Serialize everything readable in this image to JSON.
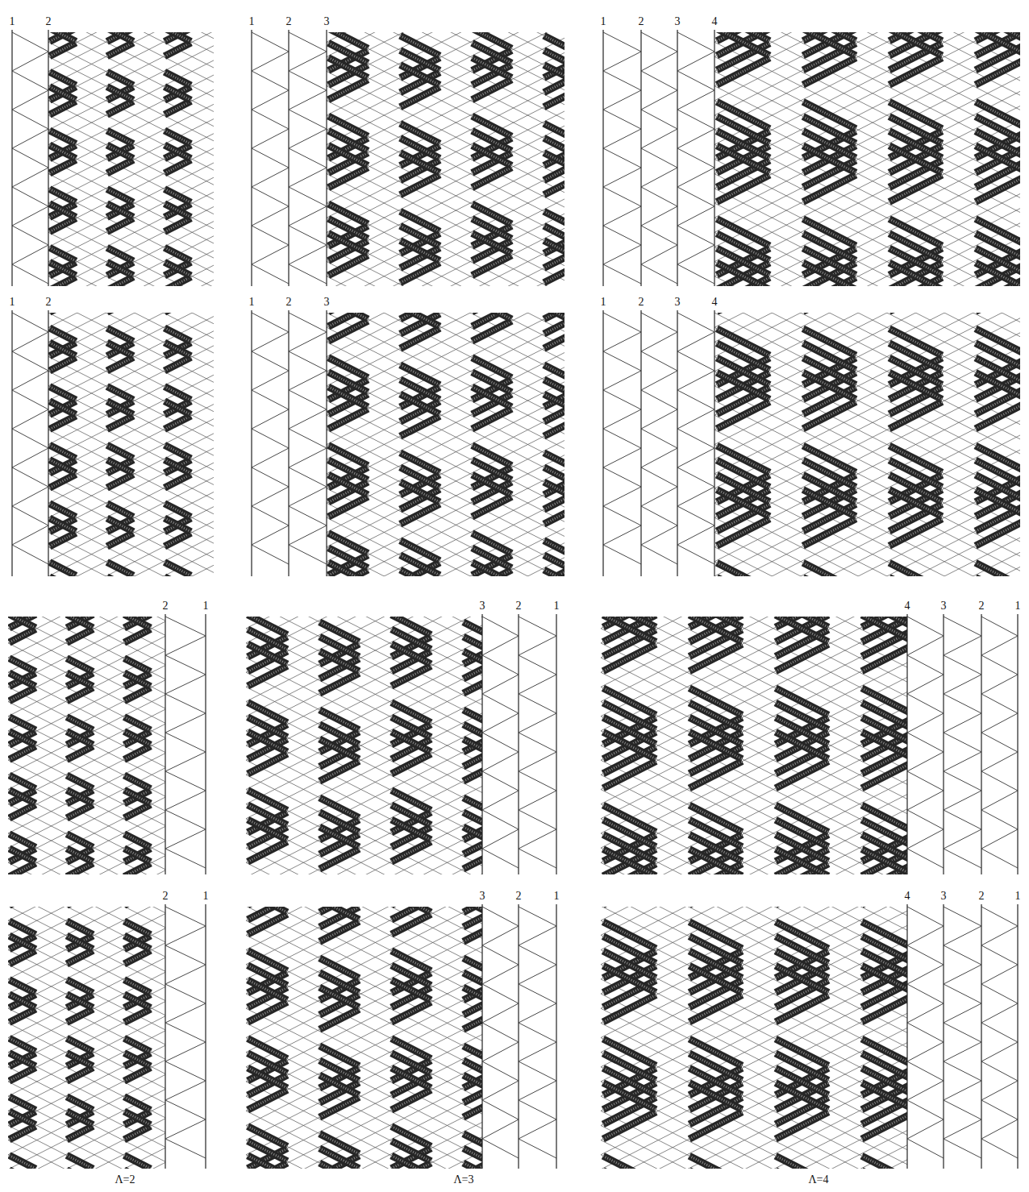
{
  "diagram": {
    "labels": [
      "1",
      "2",
      "1",
      "2",
      "3",
      "1",
      "2",
      "3",
      "4",
      "1",
      "2",
      "1",
      "2",
      "3",
      "1",
      "2",
      "3",
      "4",
      "2",
      "1",
      "3",
      "2",
      "1",
      "4",
      "3",
      "2",
      "1",
      "2",
      "1",
      "3",
      "2",
      "1",
      "4",
      "3",
      "2",
      "1",
      "Λ=2",
      "Λ=3",
      "Λ=4"
    ]
  }
}
